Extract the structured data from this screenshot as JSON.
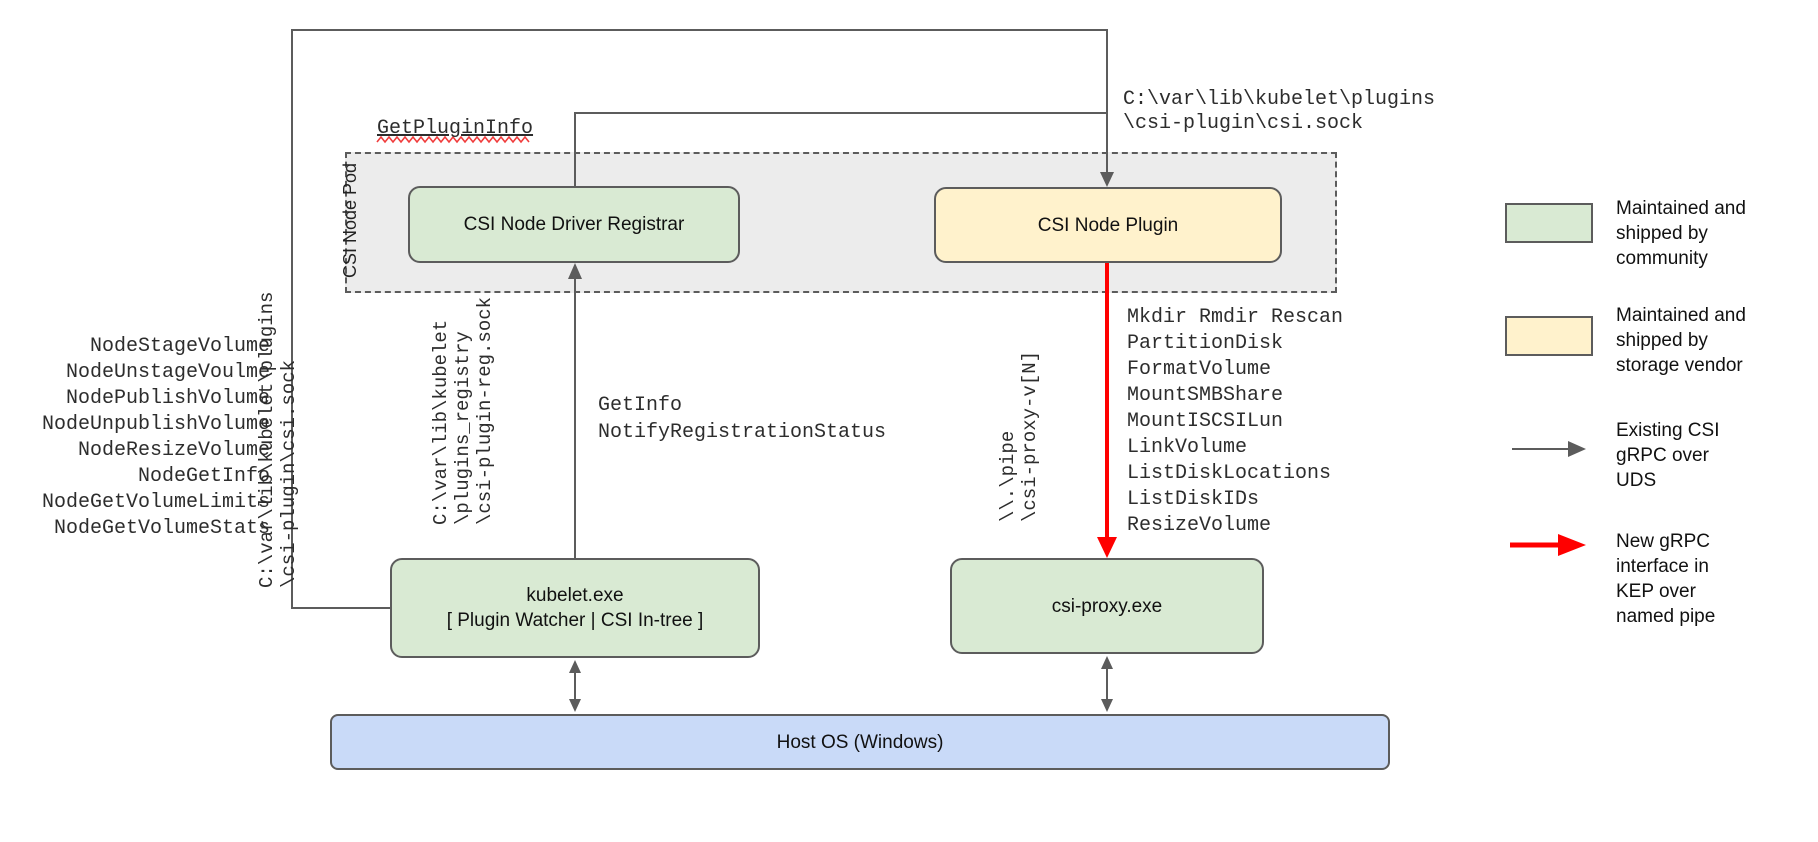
{
  "boxes": {
    "pod_label": "CSI Node Pod",
    "registrar": "CSI Node Driver Registrar",
    "plugin": "CSI Node Plugin",
    "kubelet_line1": "kubelet.exe",
    "kubelet_line2": "[ Plugin Watcher | CSI In-tree ]",
    "proxy": "csi-proxy.exe",
    "host_os": "Host OS (Windows)"
  },
  "annotations": {
    "get_plugin_info": "GetPluginInfo",
    "csi_sock_top_right": "C:\\var\\lib\\kubelet\\plugins\n\\csi-plugin\\csi.sock",
    "csi_sock_left": "C:\\var\\lib\\kubelet\\plugins\n\\csi-plugin\\csi.sock",
    "registry_sock": "C:\\var\\lib\\kubelet\n\\plugins_registry\n\\csi-plugin-reg.sock",
    "named_pipe": "\\\\.\\pipe\n\\csi-proxy-v[N]",
    "registrar_calls": "GetInfo\nNotifyRegistrationStatus",
    "node_methods": [
      "NodeStageVolume",
      "NodeUnstageVoulme",
      "NodePublishVolume",
      "NodeUnpublishVolume",
      "NodeResizeVolume",
      "NodeGetInfo",
      "NodeGetVolumeLimits",
      "NodeGetVolumeStats"
    ],
    "proxy_methods": [
      "Mkdir Rmdir Rescan",
      "PartitionDisk",
      "FormatVolume",
      "MountSMBShare",
      "MountISCSILun",
      "LinkVolume",
      "ListDiskLocations",
      "ListDiskIDs",
      "ResizeVolume"
    ]
  },
  "legend": {
    "community": "Maintained and\nshipped by\ncommunity",
    "vendor": "Maintained and\nshipped by\nstorage vendor",
    "uds": "Existing CSI\ngRPC over\nUDS",
    "pipe": "New gRPC\ninterface in\nKEP over\nnamed pipe"
  },
  "colors": {
    "community_green": "#d9ead3",
    "vendor_yellow": "#fff2cc",
    "host_blue": "#c9daf8",
    "pod_gray": "#ececec",
    "line_gray": "#5c5c5c",
    "new_interface_red": "#ff0000"
  }
}
